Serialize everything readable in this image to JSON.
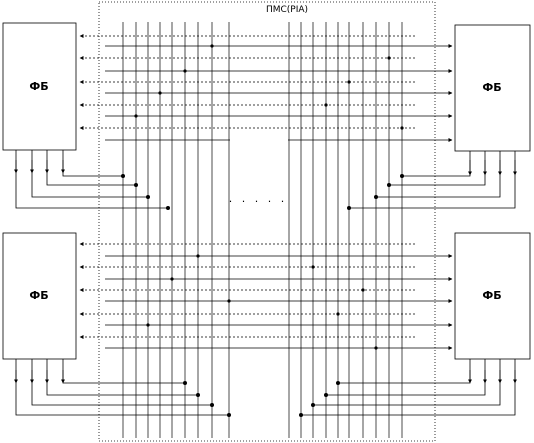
{
  "pmc_label": "ПМС(PIA)",
  "function_blocks": [
    {
      "label": "ФБ"
    },
    {
      "label": "ФБ"
    },
    {
      "label": "ФБ"
    },
    {
      "label": "ФБ"
    }
  ],
  "ellipsis": ". . . . ."
}
